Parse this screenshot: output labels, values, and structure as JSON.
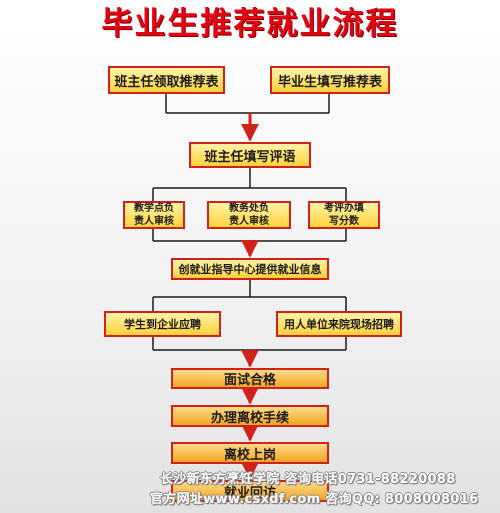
{
  "title": "毕业生推荐就业流程",
  "steps": {
    "teacher_get_form": "班主任领取推荐表",
    "student_fill_form": "毕业生填写推荐表",
    "teacher_comment": "班主任填写评语",
    "teaching_point_review": "教学点负\n责人审核",
    "academic_office_review": "教务处负\n责人审核",
    "evaluation_office_score": "考评办填\n写分数",
    "center_job_info": "创就业指导中心提供就业信息",
    "student_apply": "学生到企业应聘",
    "employer_recruit": "用人单位来院现场招聘",
    "interview_pass": "面试合格",
    "leave_procedures": "办理离校手续",
    "start_job": "离校上岗",
    "follow_up": "就业回访"
  },
  "watermark": {
    "line1": "长沙新东方烹饪学院 咨询电话0731-88220088",
    "line2": "官方网址www.csxdf.com  咨询QQ: 8008008016"
  },
  "colors": {
    "title": "#e60012",
    "border": "#d0221a",
    "arrow": "#d0221a",
    "line": "#1a1a1a",
    "yellow_box": "#ffd23c",
    "orange_box": "#f3a622"
  }
}
